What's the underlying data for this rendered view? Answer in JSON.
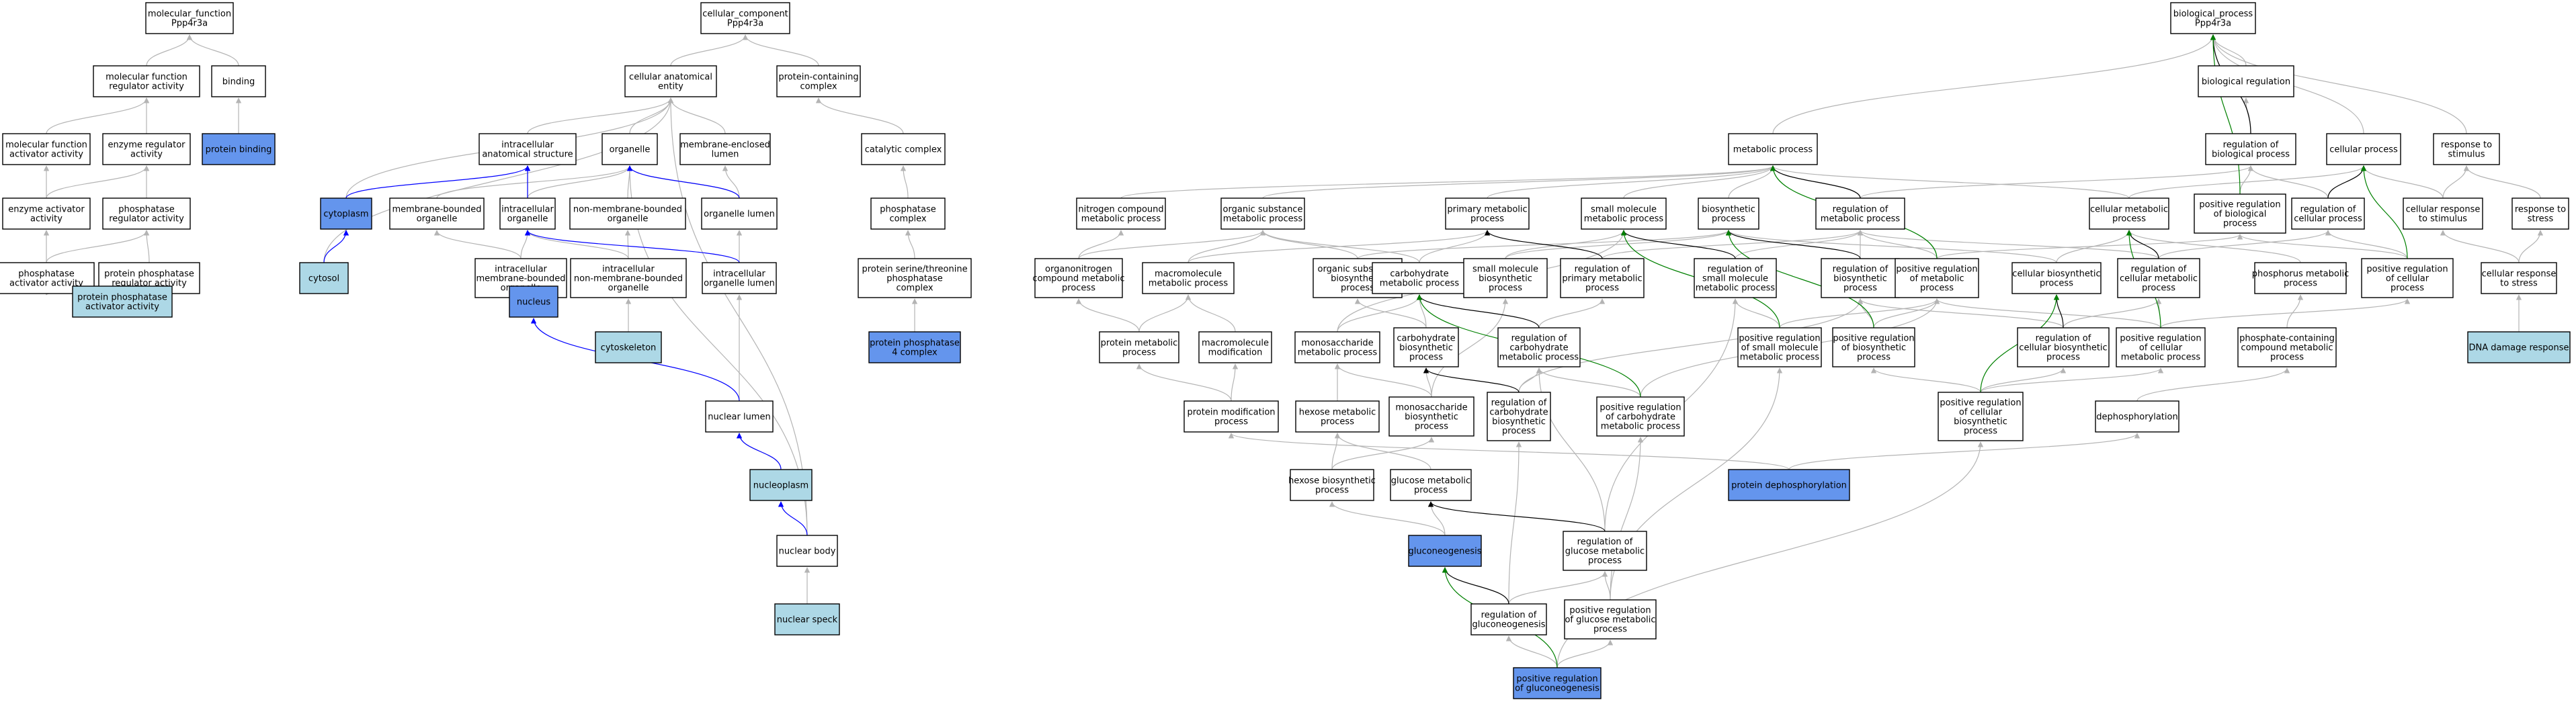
{
  "colors": {
    "default_fill": "#ffffff",
    "annotated_fill": "#6495ed",
    "light_fill": "#add8e6",
    "is_a_edge": "#b4b4b4",
    "part_of_edge": "#0000ff",
    "regulates_edge": "#000000",
    "positively_regulates_edge": "#008000"
  },
  "nodes": [
    {
      "id": "mf",
      "lines": [
        "molecular_function",
        "Ppp4r3a"
      ],
      "fill": "default"
    },
    {
      "id": "mfreg",
      "lines": [
        "molecular function",
        "regulator activity"
      ],
      "fill": "default"
    },
    {
      "id": "binding",
      "lines": [
        "binding"
      ],
      "fill": "default"
    },
    {
      "id": "mfact",
      "lines": [
        "molecular function",
        "activator activity"
      ],
      "fill": "default"
    },
    {
      "id": "enzreg",
      "lines": [
        "enzyme regulator",
        "activity"
      ],
      "fill": "default"
    },
    {
      "id": "protbind",
      "lines": [
        "protein binding"
      ],
      "fill": "annotated"
    },
    {
      "id": "enzact",
      "lines": [
        "enzyme activator",
        "activity"
      ],
      "fill": "default"
    },
    {
      "id": "phosreg",
      "lines": [
        "phosphatase",
        "regulator activity"
      ],
      "fill": "default"
    },
    {
      "id": "phosact",
      "lines": [
        "phosphatase",
        "activator activity"
      ],
      "fill": "default"
    },
    {
      "id": "ppreg",
      "lines": [
        "protein phosphatase",
        "regulator activity"
      ],
      "fill": "default"
    },
    {
      "id": "ppact",
      "lines": [
        "protein phosphatase",
        "activator activity"
      ],
      "fill": "light"
    },
    {
      "id": "cc",
      "lines": [
        "cellular_component",
        "Ppp4r3a"
      ],
      "fill": "default"
    },
    {
      "id": "cae",
      "lines": [
        "cellular anatomical",
        "entity"
      ],
      "fill": "default"
    },
    {
      "id": "pcc",
      "lines": [
        "protein-containing",
        "complex"
      ],
      "fill": "default"
    },
    {
      "id": "ias",
      "lines": [
        "intracellular",
        "anatomical structure"
      ],
      "fill": "default"
    },
    {
      "id": "organelle",
      "lines": [
        "organelle"
      ],
      "fill": "default"
    },
    {
      "id": "mel",
      "lines": [
        "membrane-enclosed",
        "lumen"
      ],
      "fill": "default"
    },
    {
      "id": "catcomp",
      "lines": [
        "catalytic complex"
      ],
      "fill": "default"
    },
    {
      "id": "cytoplasm",
      "lines": [
        "cytoplasm"
      ],
      "fill": "annotated"
    },
    {
      "id": "mbo",
      "lines": [
        "membrane-bounded",
        "organelle"
      ],
      "fill": "default"
    },
    {
      "id": "io",
      "lines": [
        "intracellular",
        "organelle"
      ],
      "fill": "default"
    },
    {
      "id": "nmbo",
      "lines": [
        "non-membrane-bounded",
        "organelle"
      ],
      "fill": "default"
    },
    {
      "id": "olumen",
      "lines": [
        "organelle lumen"
      ],
      "fill": "default"
    },
    {
      "id": "phoscomp",
      "lines": [
        "phosphatase",
        "complex"
      ],
      "fill": "default"
    },
    {
      "id": "cytosol",
      "lines": [
        "cytosol"
      ],
      "fill": "light"
    },
    {
      "id": "imbo",
      "lines": [
        "intracellular",
        "membrane-bounded",
        "organelle"
      ],
      "fill": "default"
    },
    {
      "id": "inmbo",
      "lines": [
        "intracellular",
        "non-membrane-bounded",
        "organelle"
      ],
      "fill": "default"
    },
    {
      "id": "iol",
      "lines": [
        "intracellular",
        "organelle lumen"
      ],
      "fill": "default"
    },
    {
      "id": "pstpc",
      "lines": [
        "protein serine/threonine",
        "phosphatase",
        "complex"
      ],
      "fill": "default"
    },
    {
      "id": "nucleus",
      "lines": [
        "nucleus"
      ],
      "fill": "annotated"
    },
    {
      "id": "cytoskel",
      "lines": [
        "cytoskeleton"
      ],
      "fill": "light"
    },
    {
      "id": "pp4c",
      "lines": [
        "protein phosphatase",
        "4 complex"
      ],
      "fill": "annotated"
    },
    {
      "id": "nlumen",
      "lines": [
        "nuclear lumen"
      ],
      "fill": "default"
    },
    {
      "id": "nucleoplasm",
      "lines": [
        "nucleoplasm"
      ],
      "fill": "light"
    },
    {
      "id": "nbody",
      "lines": [
        "nuclear body"
      ],
      "fill": "default"
    },
    {
      "id": "nspeck",
      "lines": [
        "nuclear speck"
      ],
      "fill": "light"
    },
    {
      "id": "bp",
      "lines": [
        "biological_process",
        "Ppp4r3a"
      ],
      "fill": "default"
    },
    {
      "id": "breg",
      "lines": [
        "biological regulation"
      ],
      "fill": "default"
    },
    {
      "id": "metab",
      "lines": [
        "metabolic process"
      ],
      "fill": "default"
    },
    {
      "id": "regbp",
      "lines": [
        "regulation of",
        "biological process"
      ],
      "fill": "default"
    },
    {
      "id": "cellproc",
      "lines": [
        "cellular process"
      ],
      "fill": "default"
    },
    {
      "id": "resp",
      "lines": [
        "response to",
        "stimulus"
      ],
      "fill": "default"
    },
    {
      "id": "ncmp",
      "lines": [
        "nitrogen compound",
        "metabolic process"
      ],
      "fill": "default"
    },
    {
      "id": "osmp",
      "lines": [
        "organic substance",
        "metabolic process"
      ],
      "fill": "default"
    },
    {
      "id": "pmp",
      "lines": [
        "primary metabolic",
        "process"
      ],
      "fill": "default"
    },
    {
      "id": "smmp",
      "lines": [
        "small molecule",
        "metabolic process"
      ],
      "fill": "default"
    },
    {
      "id": "biosyn",
      "lines": [
        "biosynthetic",
        "process"
      ],
      "fill": "default"
    },
    {
      "id": "regmp",
      "lines": [
        "regulation of",
        "metabolic process"
      ],
      "fill": "default"
    },
    {
      "id": "cmp",
      "lines": [
        "cellular metabolic",
        "process"
      ],
      "fill": "default"
    },
    {
      "id": "prbp",
      "lines": [
        "positive regulation",
        "of biological",
        "process"
      ],
      "fill": "default"
    },
    {
      "id": "regcp",
      "lines": [
        "regulation of",
        "cellular process"
      ],
      "fill": "default"
    },
    {
      "id": "crs",
      "lines": [
        "cellular response",
        "to stimulus"
      ],
      "fill": "default"
    },
    {
      "id": "rstress",
      "lines": [
        "response to",
        "stress"
      ],
      "fill": "default"
    },
    {
      "id": "ocmp",
      "lines": [
        "organonitrogen",
        "compound metabolic",
        "process"
      ],
      "fill": "default"
    },
    {
      "id": "mmp",
      "lines": [
        "macromolecule",
        "metabolic process"
      ],
      "fill": "default"
    },
    {
      "id": "osbp",
      "lines": [
        "organic substance",
        "biosynthetic",
        "process"
      ],
      "fill": "default"
    },
    {
      "id": "carbmp",
      "lines": [
        "carbohydrate",
        "metabolic process"
      ],
      "fill": "default"
    },
    {
      "id": "smbp",
      "lines": [
        "small molecule",
        "biosynthetic",
        "process"
      ],
      "fill": "default"
    },
    {
      "id": "regpmp",
      "lines": [
        "regulation of",
        "primary metabolic",
        "process"
      ],
      "fill": "default"
    },
    {
      "id": "regsmmp",
      "lines": [
        "regulation of",
        "small molecule",
        "metabolic process"
      ],
      "fill": "default"
    },
    {
      "id": "regbsp",
      "lines": [
        "regulation of",
        "biosynthetic",
        "process"
      ],
      "fill": "default"
    },
    {
      "id": "prmp",
      "lines": [
        "positive regulation",
        "of metabolic",
        "process"
      ],
      "fill": "default"
    },
    {
      "id": "cbp",
      "lines": [
        "cellular biosynthetic",
        "process"
      ],
      "fill": "default"
    },
    {
      "id": "regcmp",
      "lines": [
        "regulation of",
        "cellular metabolic",
        "process"
      ],
      "fill": "default"
    },
    {
      "id": "phosmp",
      "lines": [
        "phosphorus metabolic",
        "process"
      ],
      "fill": "default"
    },
    {
      "id": "prcp",
      "lines": [
        "positive regulation",
        "of cellular",
        "process"
      ],
      "fill": "default"
    },
    {
      "id": "crstress",
      "lines": [
        "cellular response",
        "to stress"
      ],
      "fill": "default"
    },
    {
      "id": "protmp",
      "lines": [
        "protein metabolic",
        "process"
      ],
      "fill": "default"
    },
    {
      "id": "macmod",
      "lines": [
        "macromolecule",
        "modification"
      ],
      "fill": "default"
    },
    {
      "id": "monomp",
      "lines": [
        "monosaccharide",
        "metabolic process"
      ],
      "fill": "default"
    },
    {
      "id": "carbbp",
      "lines": [
        "carbohydrate",
        "biosynthetic",
        "process"
      ],
      "fill": "default"
    },
    {
      "id": "regcarbmp",
      "lines": [
        "regulation of",
        "carbohydrate",
        "metabolic process"
      ],
      "fill": "default"
    },
    {
      "id": "prsmmp",
      "lines": [
        "positive regulation",
        "of small molecule",
        "metabolic process"
      ],
      "fill": "default"
    },
    {
      "id": "prbsp",
      "lines": [
        "positive regulation",
        "of biosynthetic",
        "process"
      ],
      "fill": "default"
    },
    {
      "id": "regcbp",
      "lines": [
        "regulation of",
        "cellular biosynthetic",
        "process"
      ],
      "fill": "default"
    },
    {
      "id": "prcmp",
      "lines": [
        "positive regulation",
        "of cellular",
        "metabolic process"
      ],
      "fill": "default"
    },
    {
      "id": "pccmp",
      "lines": [
        "phosphate-containing",
        "compound metabolic",
        "process"
      ],
      "fill": "default"
    },
    {
      "id": "dnadr",
      "lines": [
        "DNA damage response"
      ],
      "fill": "light"
    },
    {
      "id": "protmod",
      "lines": [
        "protein modification",
        "process"
      ],
      "fill": "default"
    },
    {
      "id": "hexmp",
      "lines": [
        "hexose metabolic",
        "process"
      ],
      "fill": "default"
    },
    {
      "id": "monobp",
      "lines": [
        "monosaccharide",
        "biosynthetic",
        "process"
      ],
      "fill": "default"
    },
    {
      "id": "regcarbbp",
      "lines": [
        "regulation of",
        "carbohydrate",
        "biosynthetic",
        "process"
      ],
      "fill": "default"
    },
    {
      "id": "prcarbmp",
      "lines": [
        "positive regulation",
        "of carbohydrate",
        "metabolic process"
      ],
      "fill": "default"
    },
    {
      "id": "prcbp",
      "lines": [
        "positive regulation",
        "of cellular",
        "biosynthetic",
        "process"
      ],
      "fill": "default"
    },
    {
      "id": "dephos",
      "lines": [
        "dephosphorylation"
      ],
      "fill": "default"
    },
    {
      "id": "hexbp",
      "lines": [
        "hexose biosynthetic",
        "process"
      ],
      "fill": "default"
    },
    {
      "id": "glcmp",
      "lines": [
        "glucose metabolic",
        "process"
      ],
      "fill": "default"
    },
    {
      "id": "protdephos",
      "lines": [
        "protein dephosphorylation"
      ],
      "fill": "annotated"
    },
    {
      "id": "gluconeo",
      "lines": [
        "gluconeogenesis"
      ],
      "fill": "annotated"
    },
    {
      "id": "regglcmp",
      "lines": [
        "regulation of",
        "glucose metabolic",
        "process"
      ],
      "fill": "default"
    },
    {
      "id": "reggluconeo",
      "lines": [
        "regulation of",
        "gluconeogenesis"
      ],
      "fill": "default"
    },
    {
      "id": "prglcmp",
      "lines": [
        "positive regulation",
        "of glucose metabolic",
        "process"
      ],
      "fill": "default"
    },
    {
      "id": "prgluconeo",
      "lines": [
        "positive regulation",
        "of gluconeogenesis"
      ],
      "fill": "annotated"
    }
  ]
}
